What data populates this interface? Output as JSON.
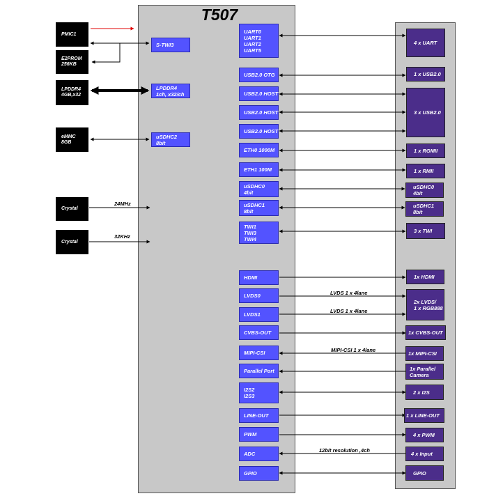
{
  "title": "T507",
  "external": {
    "pmic": "PMIC1",
    "e2prom": [
      "E2PROM",
      "256KB"
    ],
    "lpddr": [
      "LPDDR4",
      "4GB,x32"
    ],
    "emmc": [
      "eMMC",
      "8GB"
    ],
    "crystal1": "Crystal",
    "crystal2": "Crystal"
  },
  "left_blocks": {
    "stwi": "S-TWI3",
    "lpddr": [
      "LPDDR4",
      "1ch, x32/ch"
    ],
    "usdhc2": [
      "uSDHC2",
      "8bit"
    ]
  },
  "clock_labels": {
    "c24": "24MHz",
    "c32": "32KHz"
  },
  "blocks": {
    "uart": [
      "UART0",
      "UART1",
      "UART2",
      "UART5"
    ],
    "usb_otg": "USB2.0 OTG",
    "usb_host1": "USB2.0 HOST",
    "usb_host2": "USB2.0 HOST",
    "usb_host3": "USB2.0 HOST",
    "eth0": "ETH0 1000M",
    "eth1": "ETH1 100M",
    "usdhc0": [
      "uSDHC0",
      "4bit"
    ],
    "usdhc1": [
      "uSDHC1",
      "8bit"
    ],
    "twi": [
      "TWI1",
      "TWI3",
      "TWI4"
    ],
    "hdmi": "HDMI",
    "lvds0": "LVDS0",
    "lvds1": "LVDS1",
    "cvbs": "CVBS-OUT",
    "mipi": "MIPI-CSI",
    "parallel": "Parallel Port",
    "i2s": [
      "I2S2",
      "I2S3"
    ],
    "lineout": "LINE-OUT",
    "pwm": "PWM",
    "adc": "ADC",
    "gpio": "GPIO"
  },
  "interfaces": {
    "uart": "4 x UART",
    "usb2": "1 x USB2.0",
    "usb3": "3 x USB2.0",
    "rgmii": "1 x RGMII",
    "rmii": "1 x RMII",
    "usdhc0": [
      "uSDHC0",
      "4bit"
    ],
    "usdhc1": [
      "uSDHC1",
      "8bit"
    ],
    "twi": "3 x TWI",
    "hdmi": "1x HDMI",
    "lvds": [
      "2x LVDS/",
      "1 x RGB888"
    ],
    "cvbs": "1x CVBS-OUT",
    "mipi": "1x MIPI-CSI",
    "parallel": [
      "1x Parallel",
      "Camera"
    ],
    "i2s": "2 x I2S",
    "lineout": "1 x LINE-OUT",
    "pwm": "4 x PWM",
    "input": "4 x Input",
    "gpio": "GPIO"
  },
  "link_labels": {
    "lvds0": "LVDS 1 x 4lane",
    "lvds1": "LVDS 1 x 4lane",
    "mipi": "MIPI-CSI 1 x 4lane",
    "adc": "12bit resolution ,4ch"
  },
  "colors": {
    "block": "#5353ff",
    "interface": "#4b2d8a",
    "panel": "#c8c8c8",
    "external": "#000000",
    "pmic_arrow": "#e00000"
  }
}
